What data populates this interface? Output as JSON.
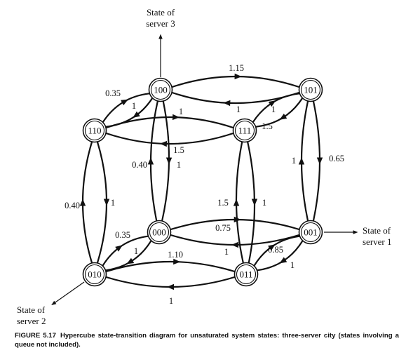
{
  "nodes": [
    {
      "id": "n100",
      "label": "100"
    },
    {
      "id": "n101",
      "label": "101"
    },
    {
      "id": "n110",
      "label": "110"
    },
    {
      "id": "n111",
      "label": "111"
    },
    {
      "id": "n000",
      "label": "000"
    },
    {
      "id": "n001",
      "label": "001"
    },
    {
      "id": "n010",
      "label": "010"
    },
    {
      "id": "n011",
      "label": "011"
    }
  ],
  "edges": [
    {
      "from": "n100",
      "to": "n101",
      "label": "1.15"
    },
    {
      "from": "n101",
      "to": "n100",
      "label": "1"
    },
    {
      "from": "n110",
      "to": "n100",
      "label": "0.35"
    },
    {
      "from": "n100",
      "to": "n110",
      "label": "1"
    },
    {
      "from": "n111",
      "to": "n110",
      "label": "1"
    },
    {
      "from": "n110",
      "to": "n111",
      "label": "1.5"
    },
    {
      "from": "n101",
      "to": "n111",
      "label": "1.5"
    },
    {
      "from": "n111",
      "to": "n101",
      "label": "1"
    },
    {
      "from": "n000",
      "to": "n100",
      "label": "0.40"
    },
    {
      "from": "n100",
      "to": "n000",
      "label": "1"
    },
    {
      "from": "n010",
      "to": "n110",
      "label": "0.40"
    },
    {
      "from": "n110",
      "to": "n010",
      "label": "1"
    },
    {
      "from": "n011",
      "to": "n111",
      "label": "1.5"
    },
    {
      "from": "n111",
      "to": "n011",
      "label": "1"
    },
    {
      "from": "n101",
      "to": "n001",
      "label": "1"
    },
    {
      "from": "n001",
      "to": "n101",
      "label": "0.65"
    },
    {
      "from": "n000",
      "to": "n001",
      "label": "0.75"
    },
    {
      "from": "n001",
      "to": "n000",
      "label": "1"
    },
    {
      "from": "n010",
      "to": "n000",
      "label": "0.35"
    },
    {
      "from": "n000",
      "to": "n010",
      "label": "1"
    },
    {
      "from": "n010",
      "to": "n011",
      "label": "1.10"
    },
    {
      "from": "n011",
      "to": "n010",
      "label": "1"
    },
    {
      "from": "n011",
      "to": "n001",
      "label": "0.85"
    },
    {
      "from": "n001",
      "to": "n011",
      "label": "1"
    }
  ],
  "axes": [
    {
      "label_lines": [
        "State of",
        "server 3"
      ]
    },
    {
      "label_lines": [
        "State of",
        "server 1"
      ]
    },
    {
      "label_lines": [
        "State of",
        "server 2"
      ]
    }
  ],
  "caption": {
    "figure_label": "FIGURE 5.17",
    "text": "Hypercube state-transition diagram for unsaturated system states: three-server city (states involving a queue not included)."
  }
}
